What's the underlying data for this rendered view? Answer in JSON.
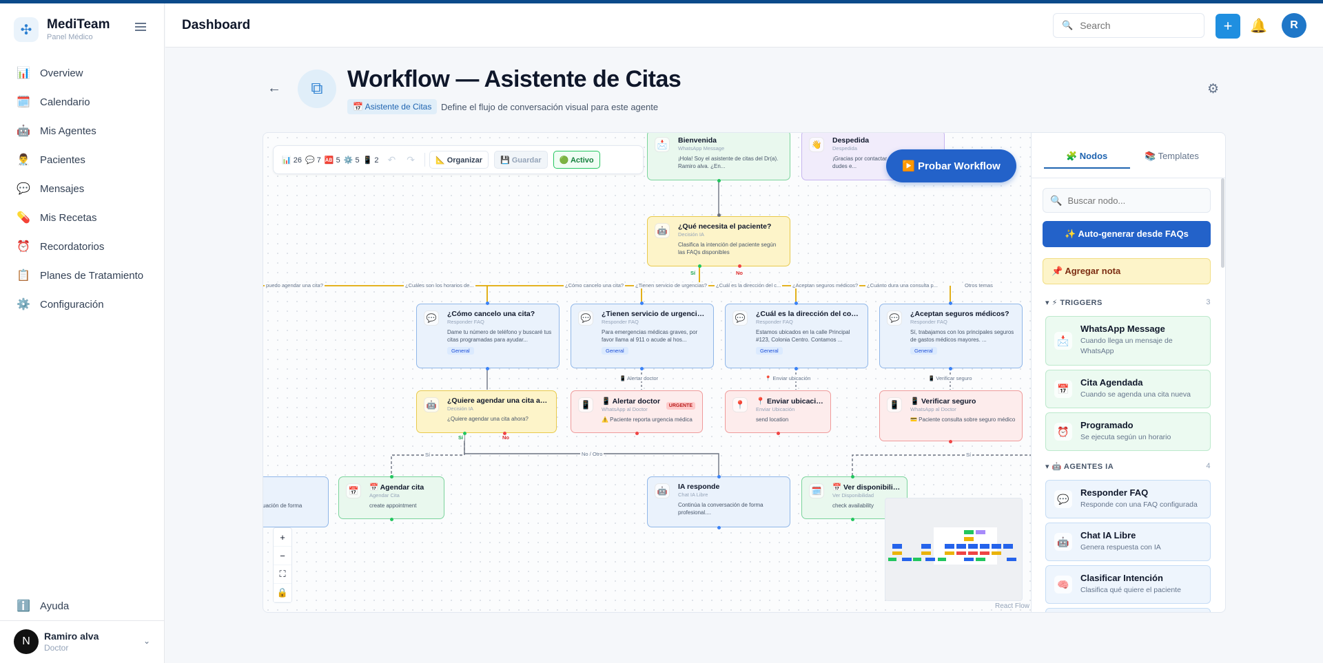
{
  "brand": {
    "name": "MediTeam",
    "subtitle": "Panel Médico"
  },
  "sidebar": {
    "items": [
      {
        "label": "Overview",
        "icon": "📊"
      },
      {
        "label": "Calendario",
        "icon": "🗓️"
      },
      {
        "label": "Mis Agentes",
        "icon": "🤖"
      },
      {
        "label": "Pacientes",
        "icon": "👨‍⚕️"
      },
      {
        "label": "Mensajes",
        "icon": "💬"
      },
      {
        "label": "Mis Recetas",
        "icon": "💊"
      },
      {
        "label": "Recordatorios",
        "icon": "⏰"
      },
      {
        "label": "Planes de Tratamiento",
        "icon": "📋"
      },
      {
        "label": "Configuración",
        "icon": "⚙️"
      }
    ],
    "help": {
      "label": "Ayuda",
      "icon": "ℹ️"
    },
    "user": {
      "initial": "N",
      "name": "Ramiro alva",
      "role": "Doctor"
    }
  },
  "header": {
    "title": "Dashboard",
    "search_placeholder": "Search",
    "avatar_initial": "R"
  },
  "workflow": {
    "title": "Workflow — Asistente de Citas",
    "tag": "📅 Asistente de Citas",
    "description": "Define el flujo de conversación visual para este agente"
  },
  "toolbar": {
    "stats": [
      "📊 26",
      "💬 7",
      "🆎 5",
      "⚙️ 5",
      "📱 2"
    ],
    "undo": "↶",
    "redo": "↷",
    "organize": "📐 Organizar",
    "save": "💾 Guardar",
    "active": "🟢 Activo"
  },
  "probar": "▶️ Probar Workflow",
  "nodes": {
    "bienvenida": {
      "icon": "📩",
      "title": "Bienvenida",
      "type": "WhatsApp Message",
      "text": "¡Hola! Soy el asistente de citas del Dr(a). Ramiro alva. ¿En..."
    },
    "despedida": {
      "icon": "👋",
      "title": "Despedida",
      "type": "Despedida",
      "text": "¡Gracias por contactar... algo más, no dudes e..."
    },
    "decision": {
      "icon": "🤖",
      "title": "¿Qué necesita el paciente?",
      "type": "Decisión IA",
      "text": "Clasifica la intención del paciente según las FAQs disponibles"
    },
    "cancelo": {
      "icon": "💬",
      "title": "¿Cómo cancelo una cita?",
      "type": "Responder FAQ",
      "text": "Dame tu número de teléfono y buscaré tus citas programadas para ayudar...",
      "badge": "General"
    },
    "urgencias": {
      "icon": "💬",
      "title": "¿Tienen servicio de urgencias?",
      "type": "Responder FAQ",
      "text": "Para emergencias médicas graves, por favor llama al 911 o acude al hos...",
      "badge": "General"
    },
    "direccion": {
      "icon": "💬",
      "title": "¿Cuál es la dirección del consult...",
      "type": "Responder FAQ",
      "text": "Estamos ubicados en la calle Principal #123, Colonia Centro. Contamos ...",
      "badge": "General"
    },
    "seguros": {
      "icon": "💬",
      "title": "¿Aceptan seguros médicos?",
      "type": "Responder FAQ",
      "text": "Sí, trabajamos con los principales seguros de gastos médicos mayores. ...",
      "badge": "General"
    },
    "agendar_q": {
      "icon": "🤖",
      "title": "¿Quiere agendar una cita ahora?",
      "type": "Decisión IA",
      "text": "¿Quiere agendar una cita ahora?"
    },
    "alertar": {
      "icon": "📱",
      "title": "📱 Alertar doctor",
      "type": "WhatsApp al Doctor",
      "text": "⚠️ Paciente reporta urgencia médica",
      "urgent": "URGENTE"
    },
    "ubicacion": {
      "icon": "📍",
      "title": "📍 Enviar ubicación",
      "type": "Enviar Ubicación",
      "text": "send location"
    },
    "verificar": {
      "icon": "📱",
      "title": "📱 Verificar seguro",
      "type": "WhatsApp al Doctor",
      "text": "💳 Paciente consulta sobre seguro médico"
    },
    "partial": {
      "text": "uación de forma"
    },
    "agendar": {
      "icon": "📅",
      "title": "📅 Agendar cita",
      "type": "Agendar Cita",
      "text": "create appointment"
    },
    "ia": {
      "icon": "🤖",
      "title": "IA responde",
      "type": "Chat IA Libre",
      "text": "Continúa la conversación de forma profesional...."
    },
    "disponibilidad": {
      "icon": "🗓️",
      "title": "📅 Ver disponibilidad",
      "type": "Ver Disponibilidad",
      "text": "check availability"
    }
  },
  "edge_labels": {
    "e1": "puedo agendar una cita?",
    "e2": "¿Cuáles son los horarios de...",
    "e3": "¿Cómo cancelo una cita?",
    "e4": "¿Tienen servicio de urgencias?",
    "e5": "¿Cuál es la dirección del c...",
    "e6": "¿Aceptan seguros médicos?",
    "e7": "¿Cuánto dura una consulta p...",
    "e8": "Otros temas",
    "alert": "📱 Alertar doctor",
    "loc": "📍 Enviar ubicación",
    "verify": "📱 Verificar seguro",
    "si1": "Sí",
    "no1": "No",
    "si2": "Sí",
    "no2": "No",
    "si_dash": "Sí",
    "no_otro": "No / Otro",
    "si_right": "Sí"
  },
  "canvas": {
    "attribution": "React Flow",
    "zoom": [
      "+",
      "−",
      "⛶",
      "🔒"
    ]
  },
  "panel": {
    "tabs": [
      "🧩 Nodos",
      "📚 Templates"
    ],
    "search_placeholder": "Buscar nodo...",
    "auto_generate": "✨ Auto-generar desde FAQs",
    "add_note": "📌 Agregar nota",
    "triggers": {
      "title": "▾ ⚡ TRIGGERS",
      "count": "3",
      "items": [
        {
          "icon": "📩",
          "title": "WhatsApp Message",
          "desc": "Cuando llega un mensaje de WhatsApp"
        },
        {
          "icon": "📅",
          "title": "Cita Agendada",
          "desc": "Cuando se agenda una cita nueva"
        },
        {
          "icon": "⏰",
          "title": "Programado",
          "desc": "Se ejecuta según un horario"
        }
      ]
    },
    "agents": {
      "title": "▾ 🤖 AGENTES IA",
      "count": "4",
      "items": [
        {
          "icon": "💬",
          "title": "Responder FAQ",
          "desc": "Responde con una FAQ configurada"
        },
        {
          "icon": "🤖",
          "title": "Chat IA Libre",
          "desc": "Genera respuesta con IA"
        },
        {
          "icon": "🧠",
          "title": "Clasificar Intención",
          "desc": "Clasifica qué quiere el paciente"
        }
      ]
    }
  },
  "colors": {
    "accent": "#2362c9",
    "brand": "#0b4a8a"
  }
}
